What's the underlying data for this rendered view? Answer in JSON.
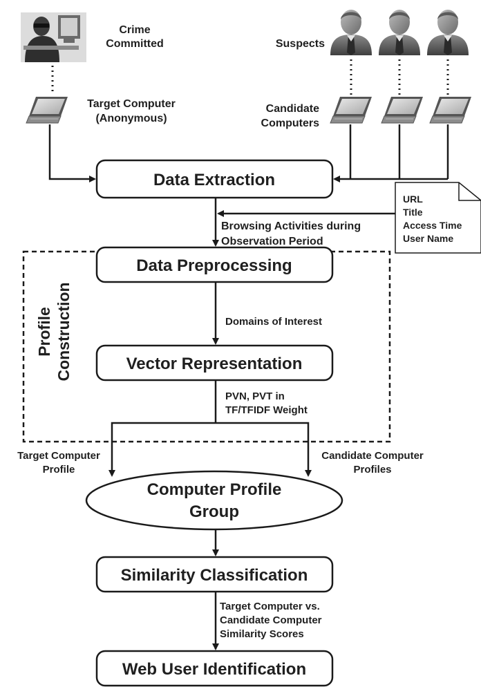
{
  "top": {
    "crime_line1": "Crime",
    "crime_line2": "Committed",
    "suspects": "Suspects",
    "target_computer_line1": "Target Computer",
    "target_computer_line2": "(Anonymous)",
    "candidate_line1": "Candidate",
    "candidate_line2": "Computers"
  },
  "note": {
    "lines": [
      "URL",
      "Title",
      "Access Time",
      "User Name"
    ]
  },
  "boxes": {
    "data_extraction": "Data Extraction",
    "data_preprocessing": "Data Preprocessing",
    "vector_representation": "Vector Representation",
    "similarity_classification": "Similarity Classification",
    "web_user_identification": "Web User Identification"
  },
  "ellipse": {
    "line1": "Computer Profile",
    "line2": "Group"
  },
  "group": {
    "line1": "Profile",
    "line2": "Construction"
  },
  "edges": {
    "browsing_line1": "Browsing Activities during",
    "browsing_line2": "Observation Period",
    "domains": "Domains of Interest",
    "pvn_line1": "PVN, PVT in",
    "pvn_line2": "TF/TFIDF Weight",
    "target_profile_line1": "Target Computer",
    "target_profile_line2": "Profile",
    "candidate_profiles_line1": "Candidate Computer",
    "candidate_profiles_line2": "Profiles",
    "scores_line1": "Target Computer vs.",
    "scores_line2": "Candidate Computer",
    "scores_line3": "Similarity Scores"
  },
  "icons": [
    "criminal-at-computer-icon",
    "suspect-person-icon",
    "laptop-icon"
  ]
}
